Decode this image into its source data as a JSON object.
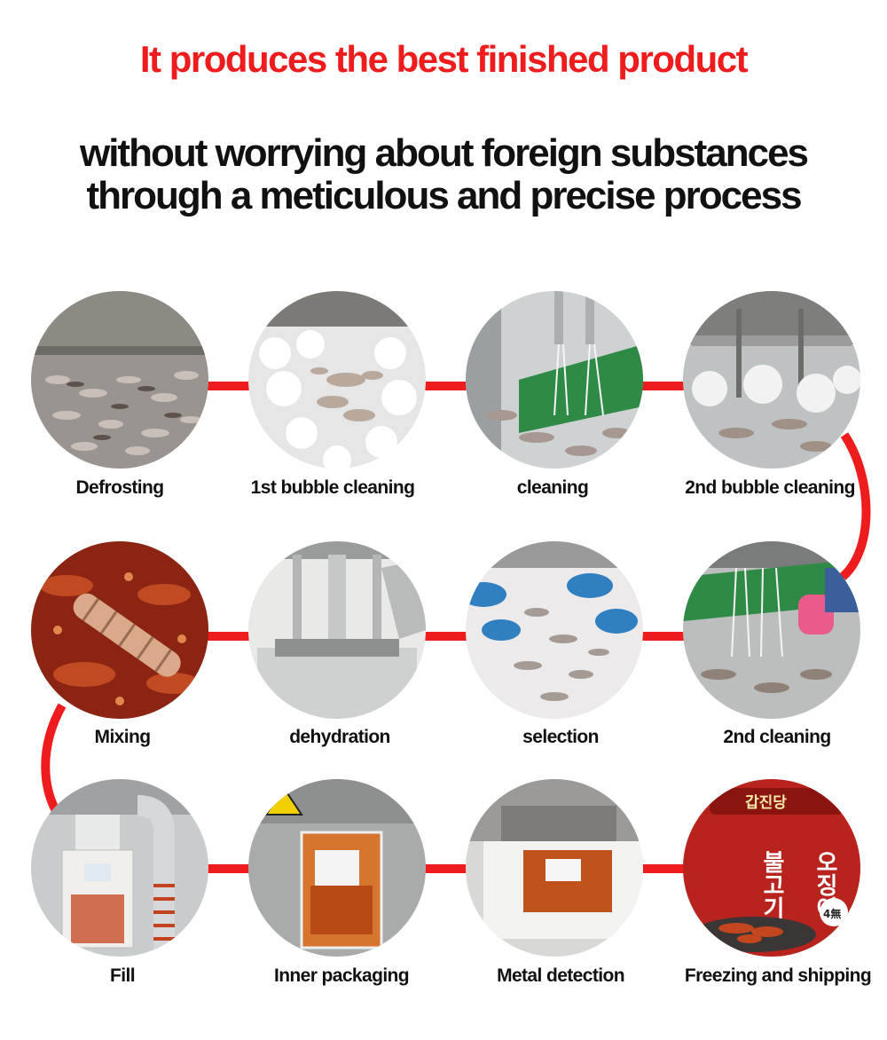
{
  "headline": "It produces the best finished product",
  "subtitle_line1": "without worrying about foreign substances",
  "subtitle_line2": "through a meticulous and precise process",
  "line_color": "#ee1c1c",
  "steps": [
    {
      "label": "Defrosting"
    },
    {
      "label": "1st bubble cleaning"
    },
    {
      "label": "cleaning"
    },
    {
      "label": "2nd bubble cleaning"
    },
    {
      "label": "Mixing"
    },
    {
      "label": "dehydration"
    },
    {
      "label": "selection"
    },
    {
      "label": "2nd cleaning"
    },
    {
      "label": "Fill"
    },
    {
      "label": "Inner packaging"
    },
    {
      "label": "Metal detection"
    },
    {
      "label": "Freezing and shipping"
    }
  ],
  "package": {
    "brand": "갑진당",
    "product_line1": "오징어",
    "product_line2": "불고기",
    "badge": "4無"
  }
}
